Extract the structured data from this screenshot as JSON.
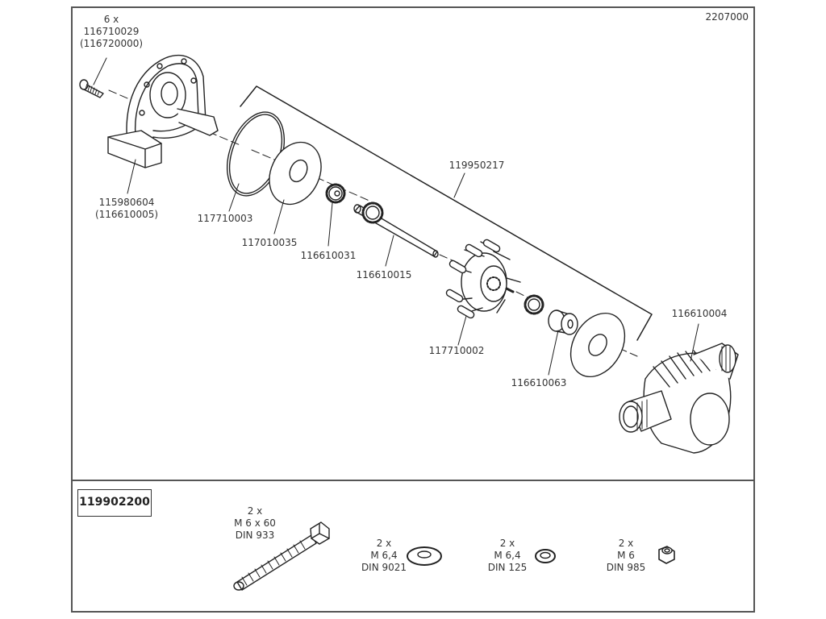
{
  "drawing_number": "2207000",
  "parts": [
    {
      "id": "screw",
      "lines": [
        "6 x",
        "116710029",
        "(116720000)"
      ]
    },
    {
      "id": "bracket",
      "lines": [
        "115980604",
        "(116610005)"
      ]
    },
    {
      "id": "o-ring",
      "lines": [
        "117710003"
      ]
    },
    {
      "id": "gasket-front",
      "lines": [
        "117010035"
      ]
    },
    {
      "id": "gear-small",
      "lines": [
        "116610031"
      ]
    },
    {
      "id": "shaft",
      "lines": [
        "116610015"
      ]
    },
    {
      "id": "impeller-kit",
      "lines": [
        "119950217"
      ]
    },
    {
      "id": "impeller",
      "lines": [
        "117710002"
      ]
    },
    {
      "id": "bushing",
      "lines": [
        "116610063"
      ]
    },
    {
      "id": "pump-housing",
      "lines": [
        "116610004"
      ]
    }
  ],
  "hardware_kit": {
    "number": "119902200",
    "items": [
      {
        "id": "bolt",
        "lines": [
          "2 x",
          "M 6 x 60",
          "DIN 933"
        ]
      },
      {
        "id": "washer-large",
        "lines": [
          "2 x",
          "M 6,4",
          "DIN 9021"
        ]
      },
      {
        "id": "washer-small",
        "lines": [
          "2 x",
          "M 6,4",
          "DIN 125"
        ]
      },
      {
        "id": "lock-nut",
        "lines": [
          "2 x",
          "M 6",
          "DIN 985"
        ]
      }
    ]
  },
  "colors": {
    "line": "#222222",
    "frame": "#555555",
    "text": "#333333"
  }
}
